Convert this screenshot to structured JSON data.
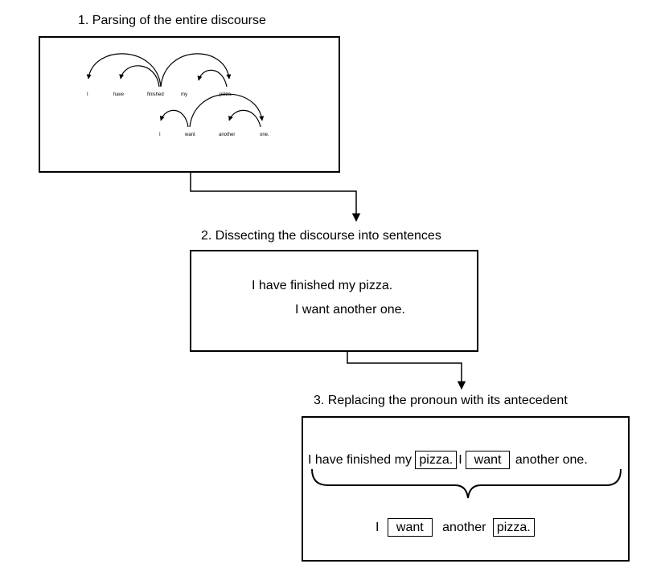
{
  "steps": [
    {
      "title": "1. Parsing of the entire discourse"
    },
    {
      "title": "2. Dissecting the discourse into sentences"
    },
    {
      "title": "3. Replacing the pronoun with its antecedent"
    }
  ],
  "parse": {
    "sentence1": [
      "I",
      "have",
      "finished",
      "my",
      "pizza."
    ],
    "sentence2": [
      "I",
      "want",
      "another",
      "one."
    ]
  },
  "dissect": {
    "line1": "I have finished my pizza.",
    "line2": "I want another one."
  },
  "replace": {
    "top": [
      "I have finished my",
      "pizza.",
      "I",
      "want",
      "another one."
    ],
    "bottom": [
      "I",
      "want",
      "another",
      "pizza."
    ]
  }
}
